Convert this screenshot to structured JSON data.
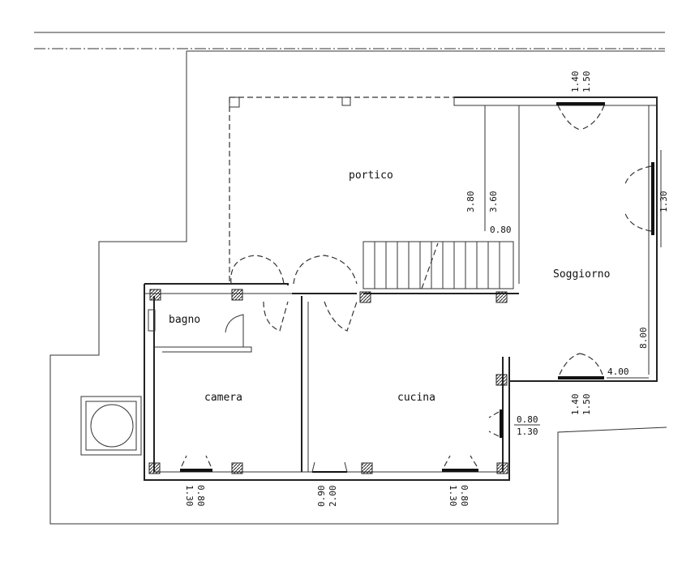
{
  "rooms": {
    "portico": "portico",
    "soggiorno": "Soggiorno",
    "bagno": "bagno",
    "camera": "camera",
    "cucina": "cucina"
  },
  "dimensions": {
    "top_window_a": "1.40",
    "top_window_b": "1.50",
    "portico_h1": "3.80",
    "portico_h2": "3.60",
    "stair_w": "0.80",
    "right_partial": "1.30",
    "soggiorno_depth": "8.00",
    "soggiorno_width": "4.00",
    "right_window_a": "1.40",
    "right_window_b": "1.50",
    "cucina_window_a": "0.80",
    "cucina_window_b": "1.30",
    "camera_window_a": "1.30",
    "camera_window_b": "0.80",
    "entry_door_a": "0.90",
    "entry_door_b": "2.00",
    "cucina_bottom_window_a": "1.30",
    "cucina_bottom_window_b": "0.80"
  }
}
